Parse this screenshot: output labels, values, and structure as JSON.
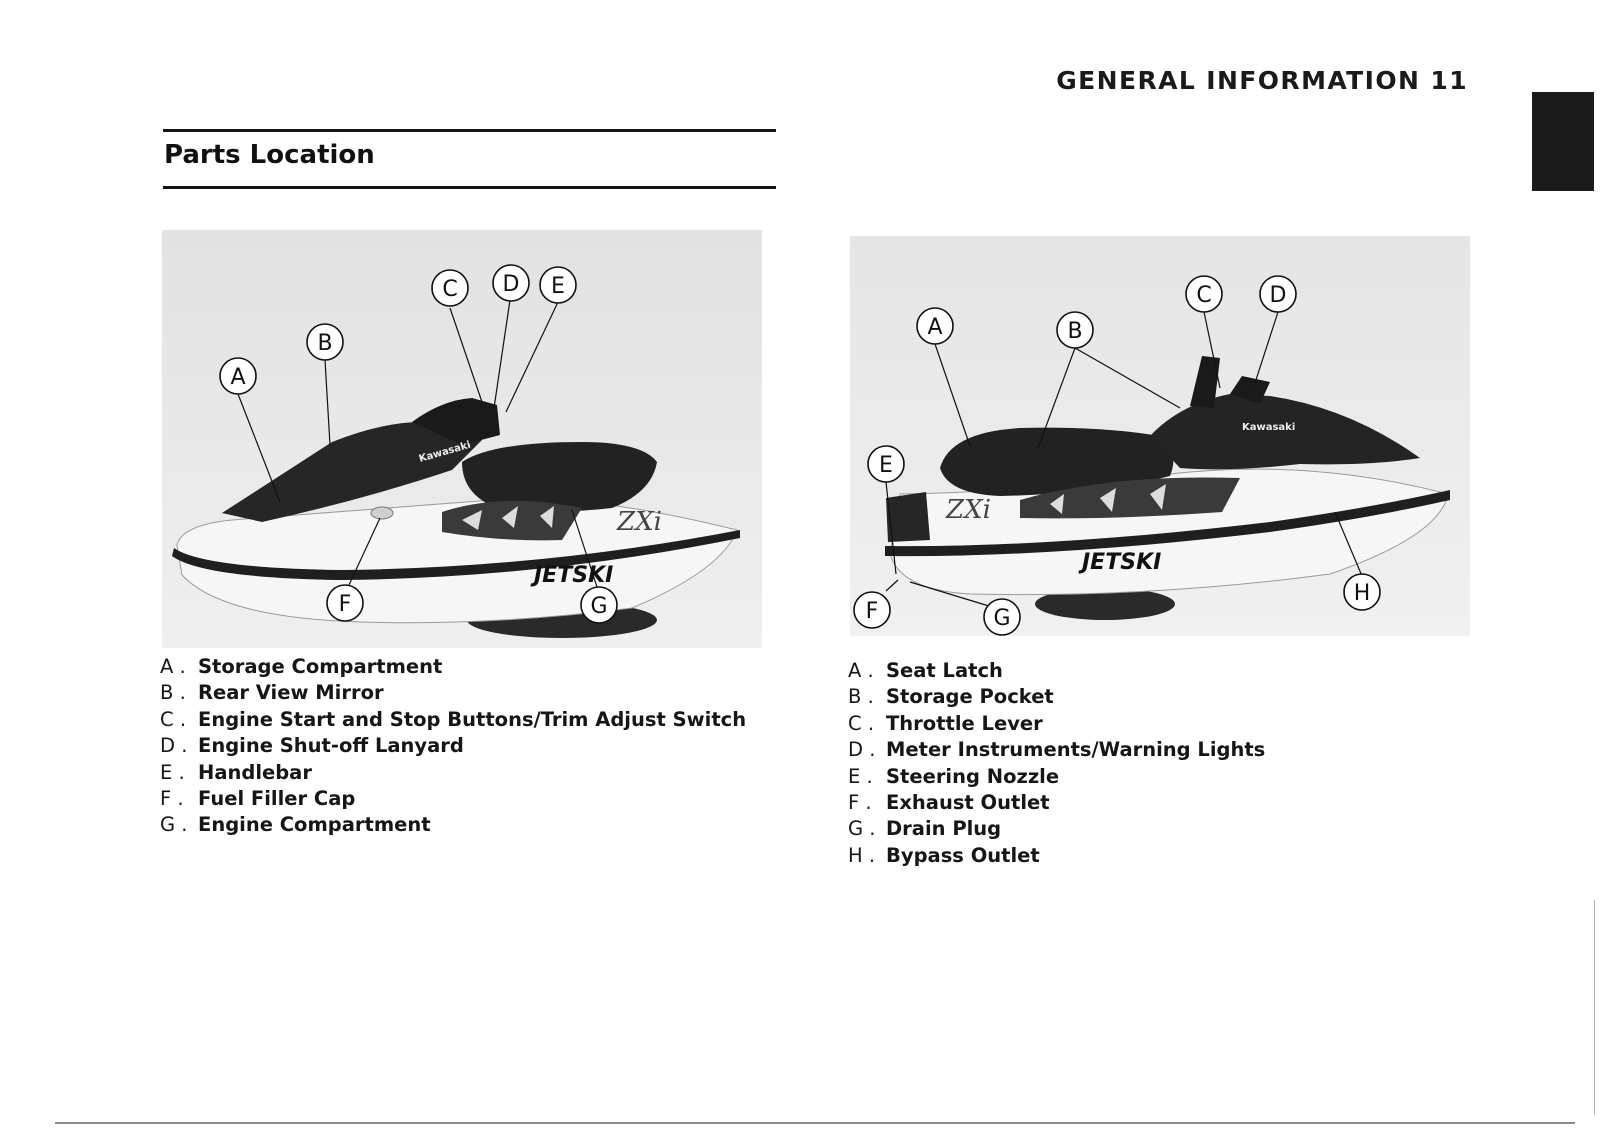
{
  "header": {
    "title": "GENERAL INFORMATION 11"
  },
  "section": {
    "title": "Parts Location"
  },
  "left_figure": {
    "callouts": [
      "A",
      "B",
      "C",
      "D",
      "E",
      "F",
      "G"
    ],
    "brand_text": "JETSKI",
    "model_text": "ZXi",
    "maker_text": "Kawasaki"
  },
  "right_figure": {
    "callouts": [
      "A",
      "B",
      "C",
      "D",
      "E",
      "F",
      "G",
      "H"
    ],
    "brand_text": "JETSKI",
    "model_text": "ZXi",
    "maker_text": "Kawasaki"
  },
  "left_legend": [
    {
      "letter": "A .",
      "text": "Storage Compartment"
    },
    {
      "letter": "B .",
      "text": "Rear View Mirror"
    },
    {
      "letter": "C .",
      "text": "Engine Start and Stop Buttons/Trim Adjust Switch"
    },
    {
      "letter": "D .",
      "text": "Engine Shut-off Lanyard"
    },
    {
      "letter": "E .",
      "text": "Handlebar"
    },
    {
      "letter": "F .",
      "text": "Fuel Filler Cap"
    },
    {
      "letter": "G .",
      "text": "Engine Compartment"
    }
  ],
  "right_legend": [
    {
      "letter": "A .",
      "text": "Seat Latch"
    },
    {
      "letter": "B .",
      "text": "Storage Pocket"
    },
    {
      "letter": "C .",
      "text": "Throttle Lever"
    },
    {
      "letter": "D .",
      "text": "Meter Instruments/Warning Lights"
    },
    {
      "letter": "E .",
      "text": "Steering Nozzle"
    },
    {
      "letter": "F .",
      "text": "Exhaust Outlet"
    },
    {
      "letter": "G .",
      "text": "Drain Plug"
    },
    {
      "letter": "H .",
      "text": "Bypass Outlet"
    }
  ],
  "colors": {
    "ink": "#141414",
    "photo_bg": "#e9e9e9",
    "hull": "#f4f4f4",
    "dark_part": "#262626"
  }
}
